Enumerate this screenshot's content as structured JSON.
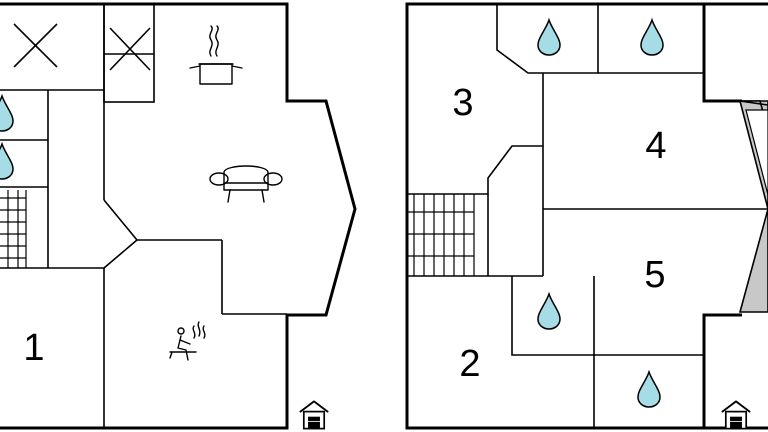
{
  "floors": [
    {
      "id": "ground",
      "rooms": [
        {
          "key": "room-1",
          "label": "1"
        }
      ],
      "features": [
        "kitchen-pot-icon",
        "sofa-icon",
        "sauna-icon",
        "shower-drop-icon",
        "shower-drop-icon",
        "x-box-icon",
        "x-box-icon",
        "entrance-icon"
      ]
    },
    {
      "id": "upper",
      "rooms": [
        {
          "key": "room-2",
          "label": "2"
        },
        {
          "key": "room-3",
          "label": "3"
        },
        {
          "key": "room-4",
          "label": "4"
        },
        {
          "key": "room-5",
          "label": "5"
        }
      ],
      "features": [
        "shower-drop-icon",
        "shower-drop-icon",
        "shower-drop-icon",
        "shower-drop-icon",
        "entrance-icon"
      ]
    }
  ],
  "labels": {
    "room1": "1",
    "room2": "2",
    "room3": "3",
    "room4": "4",
    "room5": "5"
  }
}
